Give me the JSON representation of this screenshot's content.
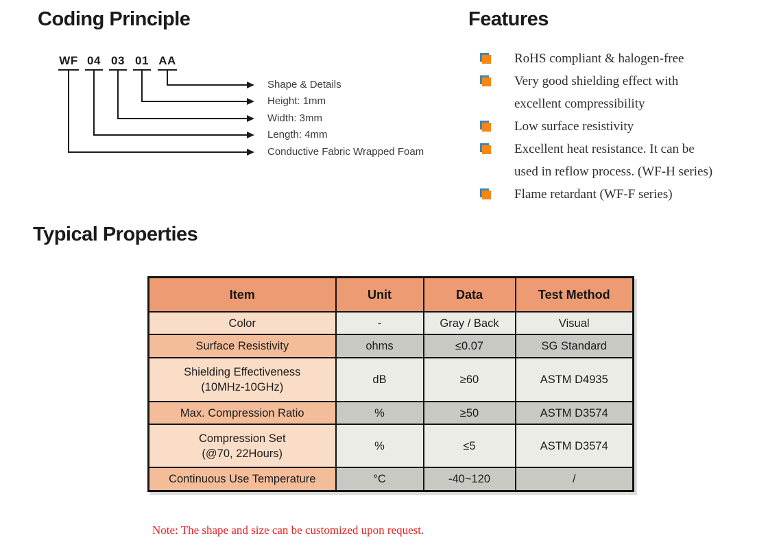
{
  "coding_principle": {
    "title": "Coding Principle",
    "code_segments": [
      "WF",
      "04",
      "03",
      "01",
      "AA"
    ],
    "labels": [
      "Shape & Details",
      "Height: 1mm",
      "Width: 3mm",
      "Length: 4mm",
      "Conductive Fabric Wrapped Foam"
    ]
  },
  "features": {
    "title": "Features",
    "items": [
      "RoHS compliant & halogen-free",
      "Very good shielding effect with\nexcellent compressibility",
      "Low surface resistivity",
      "Excellent heat resistance. It can be\nused in reflow process. (WF-H series)",
      "Flame retardant (WF-F series)"
    ]
  },
  "typical_properties": {
    "title": "Typical Properties",
    "table": {
      "headers": [
        "Item",
        "Unit",
        "Data",
        "Test Method"
      ],
      "rows": [
        {
          "item": "Color",
          "unit": "-",
          "data": "Gray / Back",
          "method": "Visual"
        },
        {
          "item": "Surface Resistivity",
          "unit": "ohms",
          "data": "≤0.07",
          "method": "SG Standard"
        },
        {
          "item": "Shielding Effectiveness\n(10MHz-10GHz)",
          "unit": "dB",
          "data": "≥60",
          "method": "ASTM D4935"
        },
        {
          "item": "Max. Compression Ratio",
          "unit": "%",
          "data": "≥50",
          "method": "ASTM D3574"
        },
        {
          "item": "Compression Set\n(@70, 22Hours)",
          "unit": "%",
          "data": "≤5",
          "method": "ASTM D3574"
        },
        {
          "item": "Continuous Use Temperature",
          "unit": "°C",
          "data": "-40~120",
          "method": "/"
        }
      ]
    },
    "note": "Note: The shape and size can be customized upon request."
  },
  "colors": {
    "header_bg": "#ec9b73",
    "row_item_light": "#faddc7",
    "row_item_dark": "#f4bd9a",
    "row_cell_light": "#ecece7",
    "row_cell_dark": "#c9c9c3",
    "bullet_orange": "#f68712",
    "bullet_blue": "#3e87b6",
    "note_red": "#e42320"
  }
}
